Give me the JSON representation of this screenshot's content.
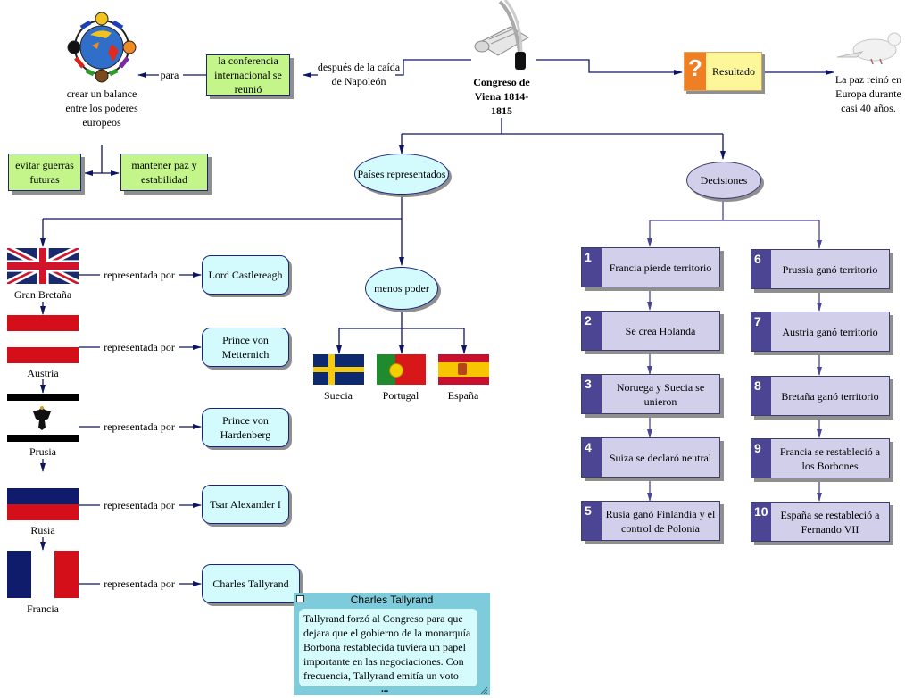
{
  "central": {
    "title": "Congreso de Viena 1814-1815",
    "icon": "scroll-quill-icon"
  },
  "top_left": {
    "link_despues": "después de la caída de Napoleón",
    "conferencia": "la conferencia internacional se reunió",
    "link_para": "para",
    "balance_label": "crear un balance entre los poderes europeos",
    "balance_icon": "people-around-globe-icon",
    "evitar": "evitar guerras futuras",
    "mantener": "mantener paz y estabilidad"
  },
  "top_right": {
    "resultado": "Resultado",
    "resultado_icon": "question-mark-icon",
    "paz_label": "La paz reinó en Europa durante casi 40 años.",
    "paz_icon": "dove-icon"
  },
  "paises": {
    "title": "Países representados",
    "link_label": "representada por",
    "countries": [
      {
        "name": "Gran Bretaña",
        "flag": "uk-flag",
        "rep": "Lord Castlereagh"
      },
      {
        "name": "Austria",
        "flag": "austria-flag",
        "rep": "Prince von Metternich"
      },
      {
        "name": "Prusia",
        "flag": "prussia-flag",
        "rep": "Prince von Hardenberg"
      },
      {
        "name": "Rusia",
        "flag": "russia-flag",
        "rep": "Tsar Alexander I"
      },
      {
        "name": "Francia",
        "flag": "france-flag",
        "rep": "Charles Tallyrand"
      }
    ],
    "menos_poder": "menos poder",
    "minor": [
      {
        "name": "Suecia",
        "flag": "sweden-flag"
      },
      {
        "name": "Portugal",
        "flag": "portugal-flag"
      },
      {
        "name": "España",
        "flag": "spain-flag"
      }
    ]
  },
  "note": {
    "title": "Charles Tallyrand",
    "body": "Tallyrand forzó al Congreso para que dejara que el gobierno de la monarquía Borbona restablecida tuviera un papel importante en las negociaciones. Con frecuencia, Tallyrand emitía un voto",
    "more": "..."
  },
  "decisiones": {
    "title": "Decisiones",
    "items": [
      {
        "n": "1",
        "text": "Francia pierde territorio"
      },
      {
        "n": "2",
        "text": "Se crea Holanda"
      },
      {
        "n": "3",
        "text": "Noruega y Suecia se unieron"
      },
      {
        "n": "4",
        "text": "Suiza se declaró neutral"
      },
      {
        "n": "5",
        "text": "Rusia ganó Finlandia y el control de Polonia"
      },
      {
        "n": "6",
        "text": "Prussia ganó territorio"
      },
      {
        "n": "7",
        "text": "Austria ganó territorio"
      },
      {
        "n": "8",
        "text": "Bretaña ganó territorio"
      },
      {
        "n": "9",
        "text": "Francia se restableció a los Borbones"
      },
      {
        "n": "10",
        "text": "España se restableció a Fernando VII"
      }
    ]
  },
  "colors": {
    "line": "#0d1464",
    "decision_line": "#4b4593",
    "green": "#c3f58a",
    "cyan": "#d3fbfd",
    "lavender": "#d1cfea",
    "orange": "#f07f24",
    "yellow": "#fdf79a"
  }
}
